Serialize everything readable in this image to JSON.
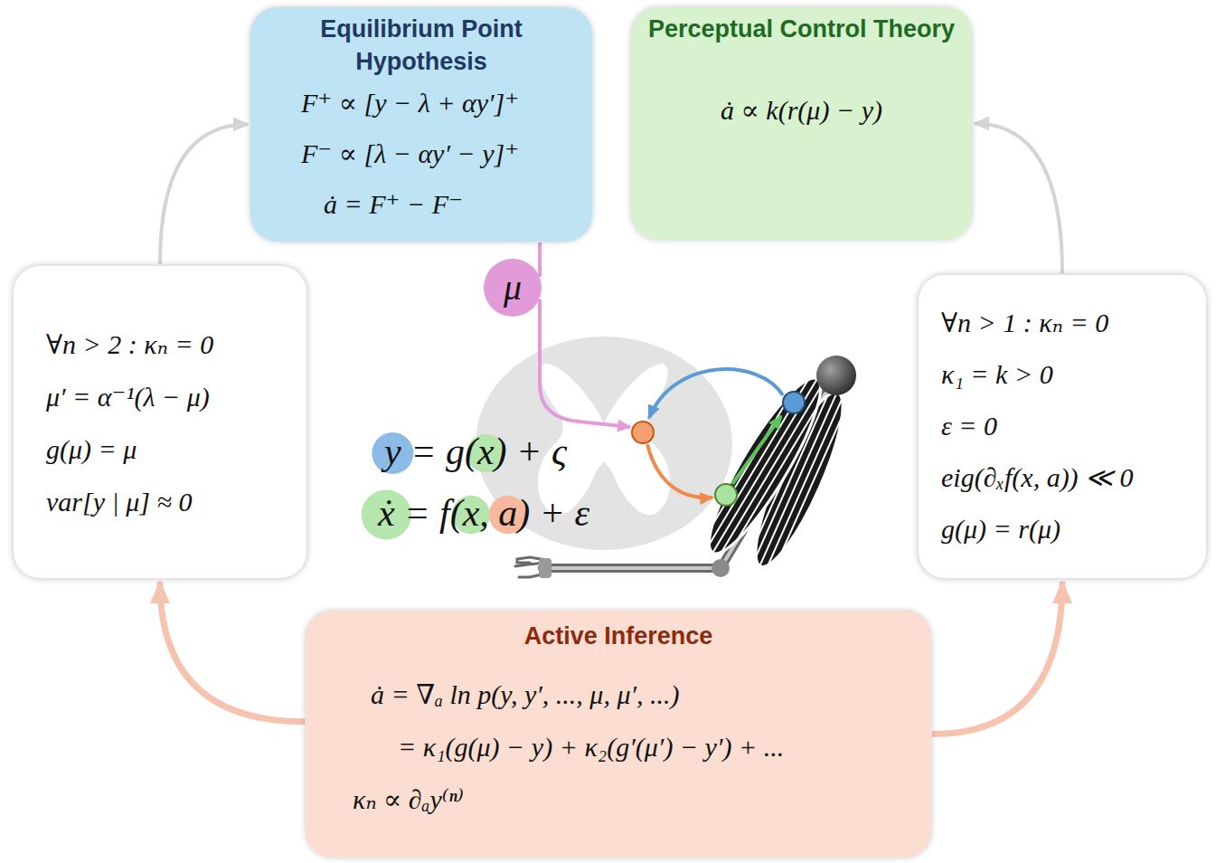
{
  "diagram": {
    "nodes": [
      {
        "text": [
          "Equilibrium Point Hypothesis",
          "F⁺ ∝ [y − λ + αy′]⁺",
          "F⁻ ∝ [λ − αy′ − y]⁺",
          "ȧ = F⁺ − F⁻"
        ]
      },
      {
        "text": [
          "Perceptual Control Theory",
          "ȧ ∝ k(r(μ) − y)"
        ]
      },
      {
        "text": [
          "μ"
        ]
      },
      {
        "text": [
          "∀n > 2 : κₙ = 0",
          "μ′ = α⁻¹(λ − μ)",
          "g(μ) = μ",
          "var[y | μ] ≈ 0"
        ]
      },
      {
        "text": [
          "∀n > 1 : κₙ = 0",
          "κ₁ = k > 0",
          "ε = 0",
          "eig(∂ₓf(x, a)) ≪ 0",
          "g(μ) = r(μ)"
        ]
      },
      {
        "text": [
          "Active Inference",
          "ȧ = ∇ₐ ln p(y, y′, ..., μ, μ′, ...)",
          "= κ₁(g(μ) − y) + κ₂(g′(μ′) − y′) + ...",
          "κₙ ∝ ∂ₐy⁽ⁿ⁾"
        ]
      }
    ],
    "edges": [
      {
        "from": 5,
        "to": 3,
        "arrow": "to"
      },
      {
        "from": 5,
        "to": 4,
        "arrow": "to"
      },
      {
        "from": 3,
        "to": 0,
        "arrow": "to"
      },
      {
        "from": 4,
        "to": 1,
        "arrow": "to"
      },
      {
        "from": 0,
        "to": 2,
        "arrow": "none"
      }
    ],
    "labels": [
      "y = g(x) + ς",
      "ẋ = f(x, a) + ε"
    ]
  }
}
